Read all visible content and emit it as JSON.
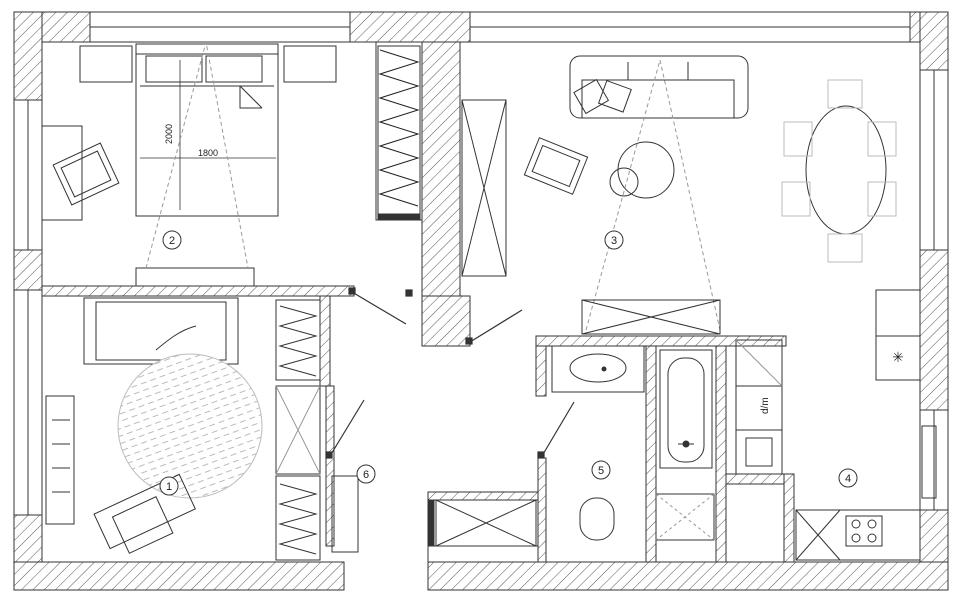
{
  "plan": {
    "rooms": [
      {
        "number": "1"
      },
      {
        "number": "2"
      },
      {
        "number": "3"
      },
      {
        "number": "4"
      },
      {
        "number": "5"
      },
      {
        "number": "6"
      }
    ],
    "bed_length_label": "2000",
    "bed_width_label": "1800",
    "appliance_label": "d/m",
    "fridge_symbol": "✳"
  }
}
